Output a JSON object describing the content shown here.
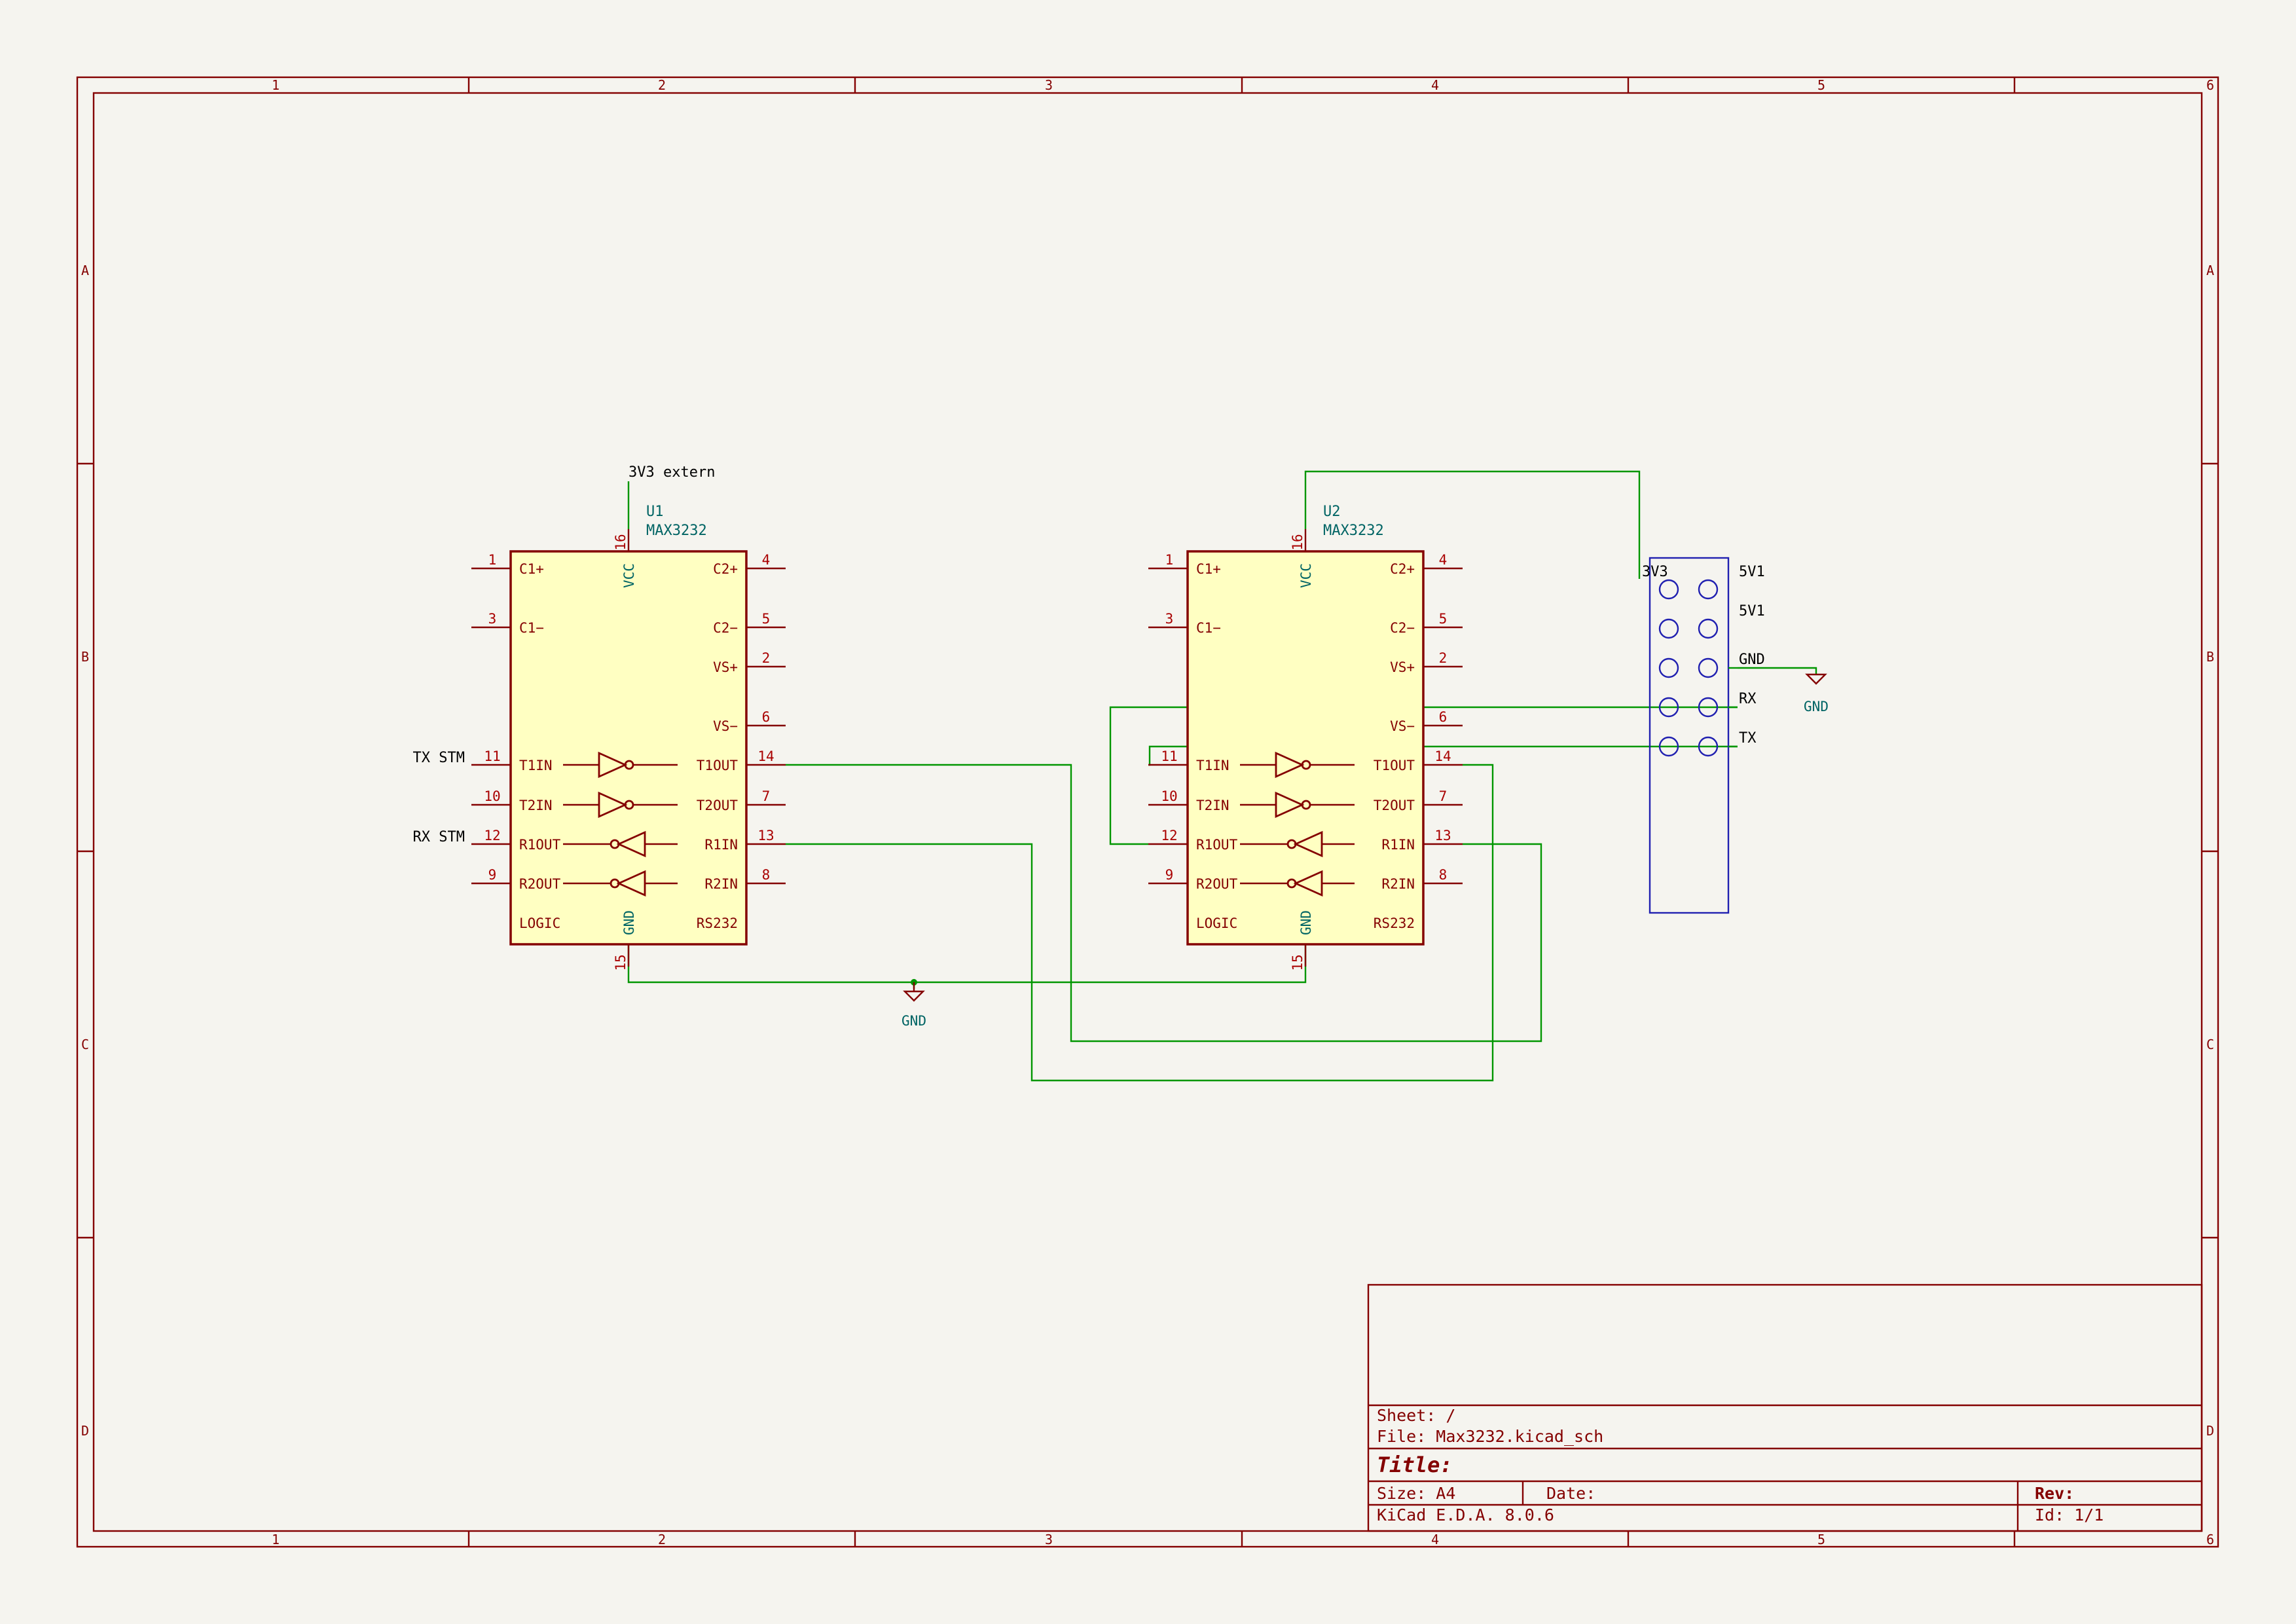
{
  "border": {
    "columns": [
      "1",
      "2",
      "3",
      "4",
      "5",
      "6"
    ],
    "rows": [
      "A",
      "B",
      "C",
      "D"
    ]
  },
  "colors": {
    "border": "#840000",
    "wire": "#009600",
    "ic_fill": "#ffffc2",
    "connector": "#2020b0",
    "background": "#f5f4ef"
  },
  "title_block": {
    "sheet": "Sheet: /",
    "file": "File: Max3232.kicad_sch",
    "title": "Title:",
    "size": "Size: A4",
    "date": "Date:",
    "rev": "Rev:",
    "tool": "KiCad E.D.A. 8.0.6",
    "id": "Id: 1/1"
  },
  "u1": {
    "ref": "U1",
    "value": "MAX3232",
    "vcc": "VCC",
    "gnd": "GND",
    "logic": "LOGIC",
    "rs232": "RS232",
    "pins": {
      "c1p": "C1+",
      "c1m": "C1−",
      "t1in": "T1IN",
      "t2in": "T2IN",
      "r1out": "R1OUT",
      "r2out": "R2OUT",
      "c2p": "C2+",
      "c2m": "C2−",
      "vsp": "VS+",
      "vsm": "VS−",
      "t1out": "T1OUT",
      "t2out": "T2OUT",
      "r1in": "R1IN",
      "r2in": "R2IN"
    },
    "nums": {
      "p1": "1",
      "p3": "3",
      "p11": "11",
      "p10": "10",
      "p12": "12",
      "p9": "9",
      "p4": "4",
      "p5": "5",
      "p2": "2",
      "p6": "6",
      "p14": "14",
      "p7": "7",
      "p13": "13",
      "p8": "8",
      "p16": "16",
      "p15": "15"
    }
  },
  "u2": {
    "ref": "U2",
    "value": "MAX3232",
    "vcc": "VCC",
    "gnd": "GND",
    "logic": "LOGIC",
    "rs232": "RS232",
    "pins": {
      "c1p": "C1+",
      "c1m": "C1−",
      "t1in": "T1IN",
      "t2in": "T2IN",
      "r1out": "R1OUT",
      "r2out": "R2OUT",
      "c2p": "C2+",
      "c2m": "C2−",
      "vsp": "VS+",
      "vsm": "VS−",
      "t1out": "T1OUT",
      "t2out": "T2OUT",
      "r1in": "R1IN",
      "r2in": "R2IN"
    },
    "nums": {
      "p1": "1",
      "p3": "3",
      "p11": "11",
      "p10": "10",
      "p12": "12",
      "p9": "9",
      "p4": "4",
      "p5": "5",
      "p2": "2",
      "p6": "6",
      "p14": "14",
      "p7": "7",
      "p13": "13",
      "p8": "8",
      "p16": "16",
      "p15": "15"
    }
  },
  "labels": {
    "ext_3v3": "3V3 extern",
    "tx_stm": "TX STM",
    "rx_stm": "RX STM",
    "gnd_symbol": "GND",
    "gnd_symbol2": "GND"
  },
  "connector": {
    "p3v3": "3V3",
    "p5v1a": "5V1",
    "p5v1b": "5V1",
    "gnd": "GND",
    "rx": "RX",
    "tx": "TX"
  }
}
